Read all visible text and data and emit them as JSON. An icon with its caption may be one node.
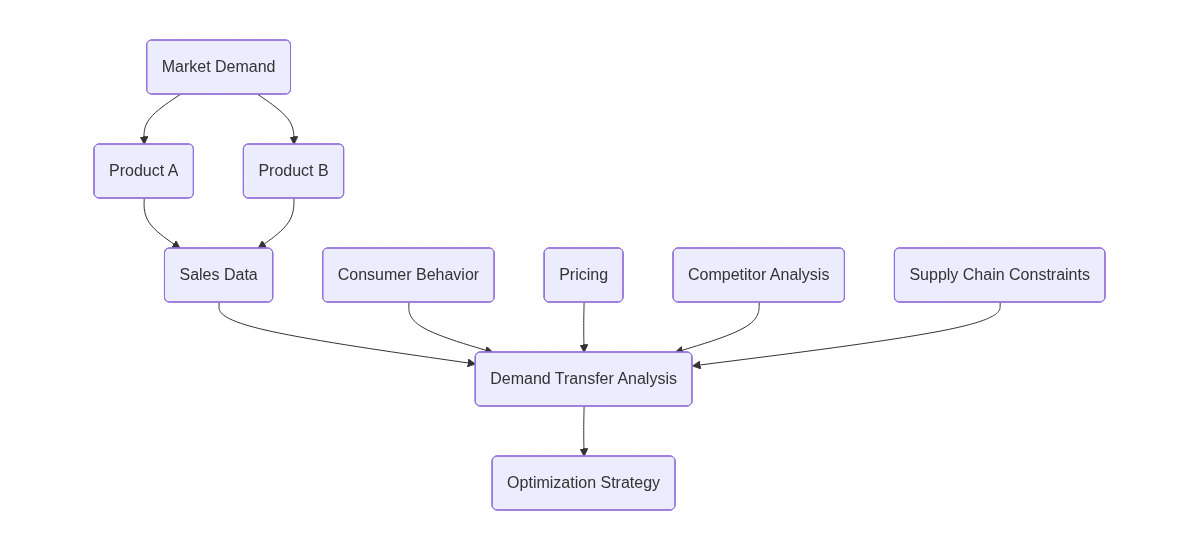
{
  "diagram": {
    "nodes": [
      {
        "text": [
          "Market Demand"
        ]
      },
      {
        "text": [
          "Product A"
        ]
      },
      {
        "text": [
          "Product B"
        ]
      },
      {
        "text": [
          "Sales Data"
        ]
      },
      {
        "text": [
          "Consumer Behavior"
        ]
      },
      {
        "text": [
          "Pricing"
        ]
      },
      {
        "text": [
          "Competitor Analysis"
        ]
      },
      {
        "text": [
          "Supply Chain Constraints"
        ]
      },
      {
        "text": [
          "Demand Transfer Analysis"
        ]
      },
      {
        "text": [
          "Optimization Strategy"
        ]
      }
    ],
    "edges": [
      {
        "from": 0,
        "to": 1,
        "arrow": "to"
      },
      {
        "from": 0,
        "to": 2,
        "arrow": "to"
      },
      {
        "from": 1,
        "to": 3,
        "arrow": "to"
      },
      {
        "from": 2,
        "to": 3,
        "arrow": "to"
      },
      {
        "from": 3,
        "to": 8,
        "arrow": "to"
      },
      {
        "from": 4,
        "to": 8,
        "arrow": "to"
      },
      {
        "from": 5,
        "to": 8,
        "arrow": "to"
      },
      {
        "from": 6,
        "to": 8,
        "arrow": "to"
      },
      {
        "from": 7,
        "to": 8,
        "arrow": "to"
      },
      {
        "from": 8,
        "to": 9,
        "arrow": "to"
      }
    ]
  }
}
